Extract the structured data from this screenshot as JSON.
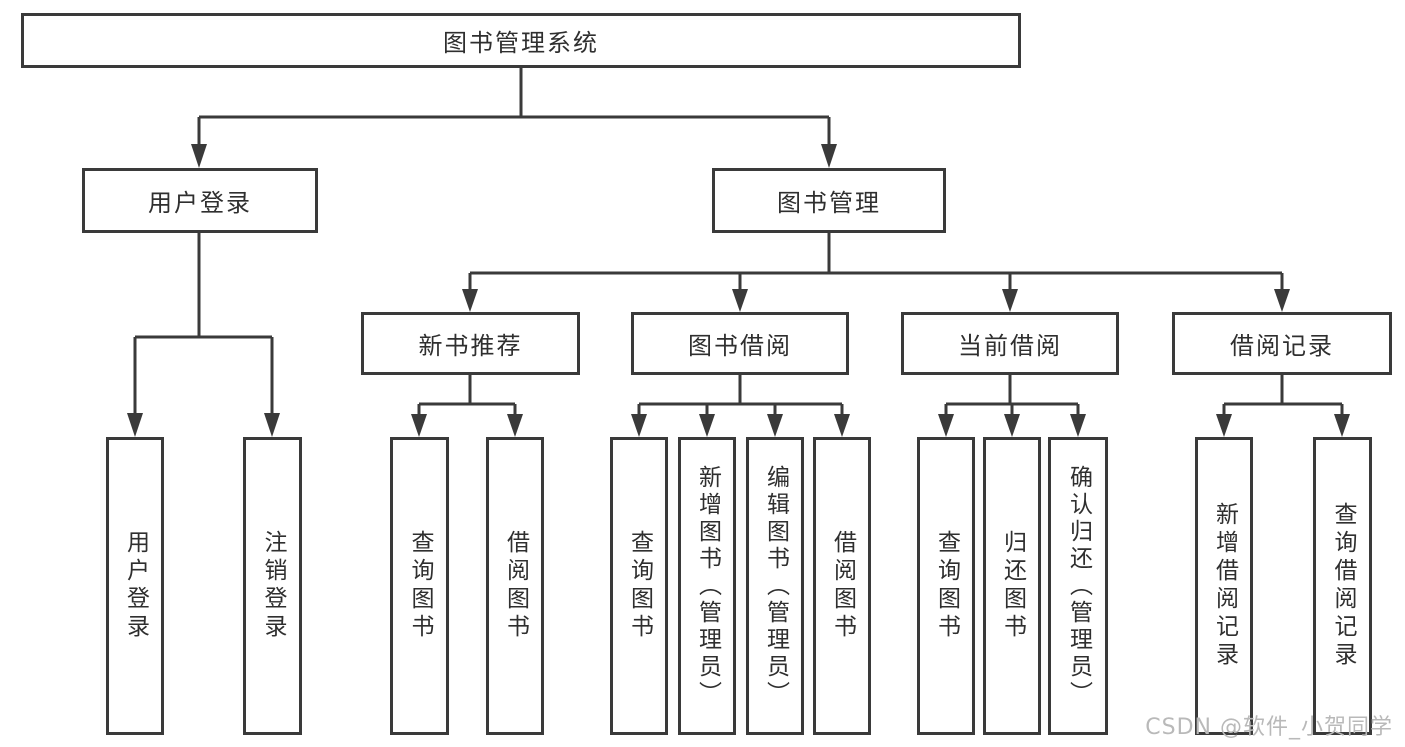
{
  "diagram": {
    "root": "图书管理系统",
    "user_login": {
      "label": "用户登录",
      "children": [
        "用户登录",
        "注销登录"
      ]
    },
    "book_management": {
      "label": "图书管理",
      "sections": {
        "new_books": {
          "label": "新书推荐",
          "children": [
            "查询图书",
            "借阅图书"
          ]
        },
        "book_borrow": {
          "label": "图书借阅",
          "children": [
            "查询图书",
            "新增图书（管理员）",
            "编辑图书（管理员）",
            "借阅图书"
          ]
        },
        "current_borrow": {
          "label": "当前借阅",
          "children": [
            "查询图书",
            "归还图书",
            "确认归还（管理员）"
          ]
        },
        "borrow_records": {
          "label": "借阅记录",
          "children": [
            "新增借阅记录",
            "查询借阅记录"
          ]
        }
      }
    }
  },
  "watermark": "CSDN @软件_小贺同学",
  "colors": {
    "line": "#3a3a3a",
    "text": "#2f2f2f",
    "background": "#ffffff",
    "watermark": "#b9b9b9"
  }
}
